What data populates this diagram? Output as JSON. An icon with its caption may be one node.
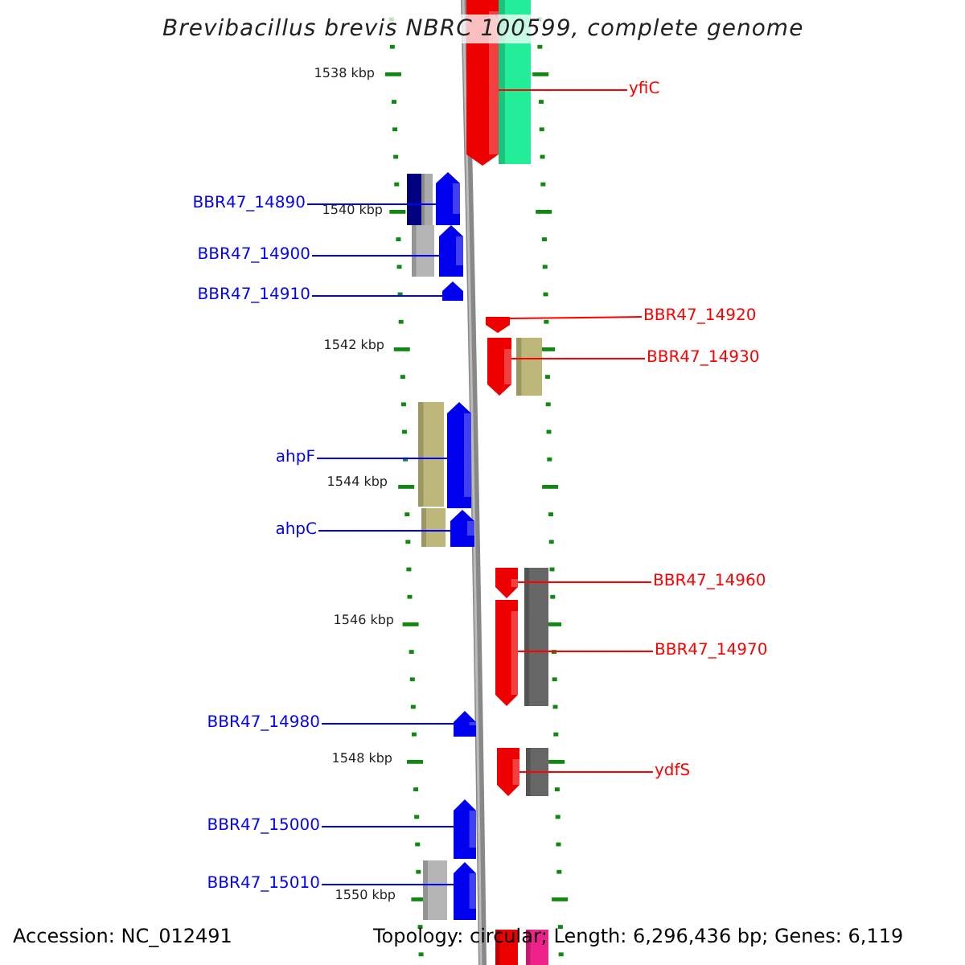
{
  "diagram": {
    "title": "Brevibacillus brevis NBRC 100599, complete genome",
    "nodes": [
      {
        "text": [
          "yfiC"
        ]
      },
      {
        "text": [],
        "shape": "pentagon"
      },
      {
        "text": [
          "BBR47_14890"
        ]
      },
      {
        "text": [],
        "shape": "pentagon"
      },
      {
        "text": [
          "BBR47_14900"
        ]
      },
      {
        "text": [],
        "shape": "pentagon"
      },
      {
        "text": [
          "BBR47_14910"
        ]
      },
      {
        "text": [],
        "shape": "pentagon"
      },
      {
        "text": [
          "BBR47_14920"
        ]
      },
      {
        "text": [],
        "shape": "pentagon"
      },
      {
        "text": [
          "BBR47_14930"
        ]
      },
      {
        "text": [],
        "shape": "pentagon"
      },
      {
        "text": [
          "ahpF"
        ]
      },
      {
        "text": [],
        "shape": "pentagon"
      },
      {
        "text": [
          "ahpC"
        ]
      },
      {
        "text": [],
        "shape": "pentagon"
      },
      {
        "text": [
          "BBR47_14960"
        ]
      },
      {
        "text": [],
        "shape": "pentagon"
      },
      {
        "text": [
          "BBR47_14970"
        ]
      },
      {
        "text": [],
        "shape": "pentagon"
      },
      {
        "text": [
          "BBR47_14980"
        ]
      },
      {
        "text": [],
        "shape": "pentagon"
      },
      {
        "text": [
          "ydfS"
        ]
      },
      {
        "text": [],
        "shape": "pentagon"
      },
      {
        "text": [
          "BBR47_15000"
        ]
      },
      {
        "text": [],
        "shape": "pentagon"
      },
      {
        "text": [
          "BBR47_15010"
        ]
      },
      {
        "text": [],
        "shape": "pentagon"
      }
    ],
    "edges": [
      {
        "from": 0,
        "to": 1,
        "arrow": "none",
        "color": "#ff0000"
      },
      {
        "from": 2,
        "to": 3,
        "arrow": "none",
        "color": "#0000ff"
      },
      {
        "from": 4,
        "to": 5,
        "arrow": "none",
        "color": "#0000ff"
      },
      {
        "from": 6,
        "to": 7,
        "arrow": "none",
        "color": "#0000ff"
      },
      {
        "from": 8,
        "to": 9,
        "arrow": "none",
        "color": "#ff0000"
      },
      {
        "from": 10,
        "to": 11,
        "arrow": "none",
        "color": "#ff0000"
      },
      {
        "from": 12,
        "to": 13,
        "arrow": "none",
        "color": "#0000ff"
      },
      {
        "from": 14,
        "to": 15,
        "arrow": "none",
        "color": "#0000ff"
      },
      {
        "from": 16,
        "to": 17,
        "arrow": "none",
        "color": "#ff0000"
      },
      {
        "from": 18,
        "to": 19,
        "arrow": "none",
        "color": "#ff0000"
      },
      {
        "from": 20,
        "to": 21,
        "arrow": "none",
        "color": "#0000ff"
      },
      {
        "from": 22,
        "to": 23,
        "arrow": "none",
        "color": "#ff0000"
      },
      {
        "from": 24,
        "to": 25,
        "arrow": "none",
        "color": "#0000ff"
      },
      {
        "from": 26,
        "to": 27,
        "arrow": "none",
        "color": "#0000ff"
      }
    ],
    "labels": [
      "1538 kbp",
      "1540 kbp",
      "1542 kbp",
      "1544 kbp",
      "1546 kbp",
      "1548 kbp",
      "1550 kbp",
      "Accession: NC_012491",
      "Topology: circular; Length: 6,296,436 bp; Genes: 6,119"
    ]
  }
}
